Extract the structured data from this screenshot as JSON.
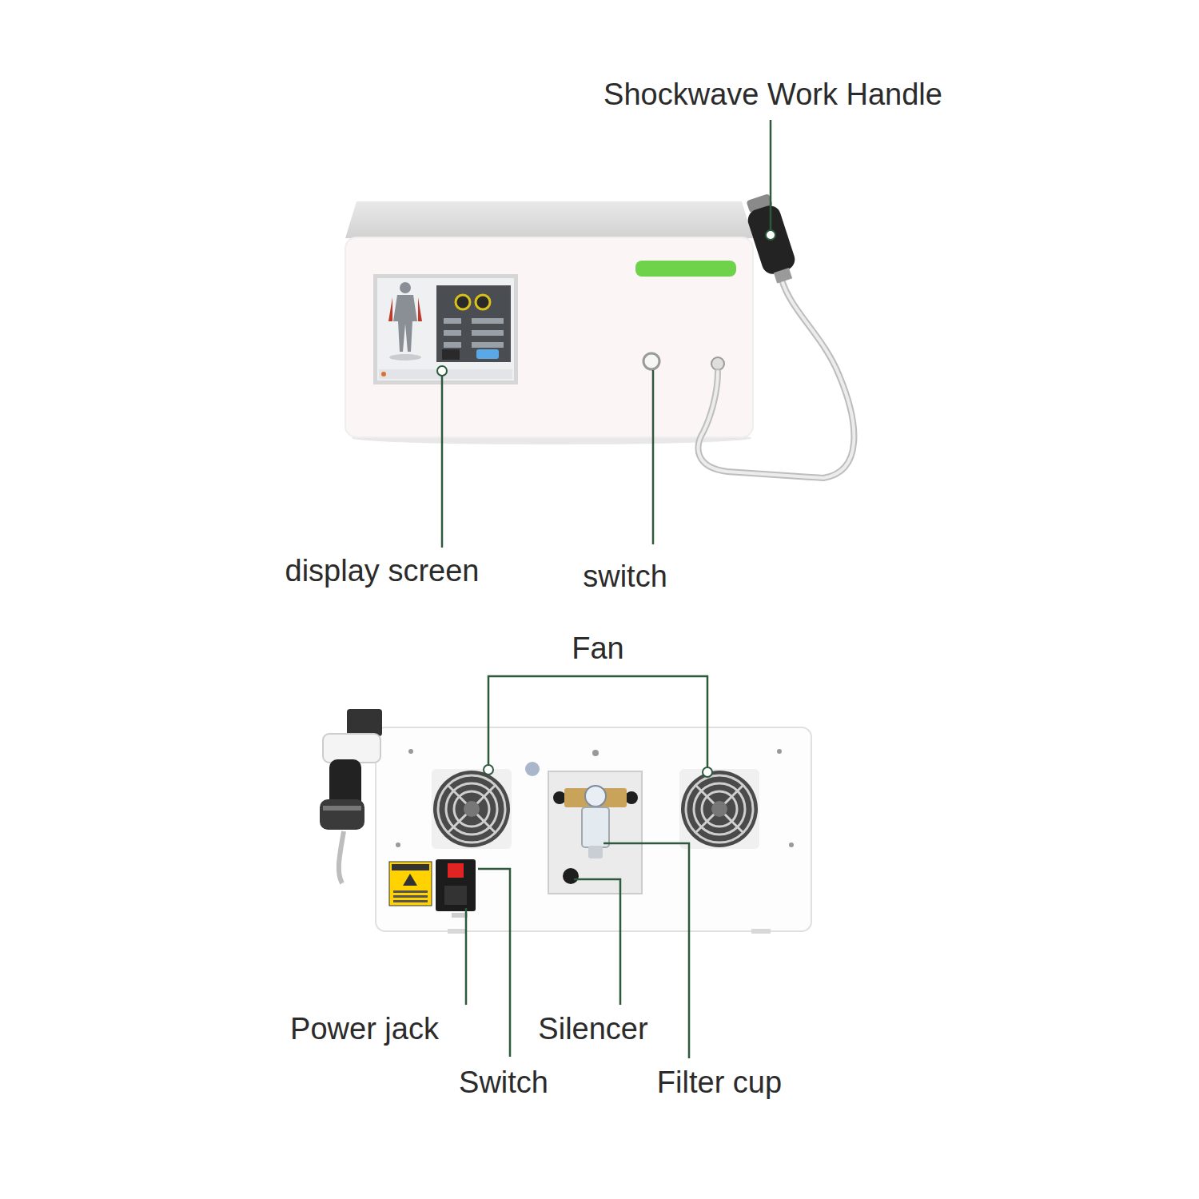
{
  "diagram": {
    "labels": [
      "Shockwave Work Handle",
      "display screen",
      "switch",
      "Fan",
      "Power jack",
      "Switch",
      "Silencer",
      "Filter cup"
    ]
  }
}
